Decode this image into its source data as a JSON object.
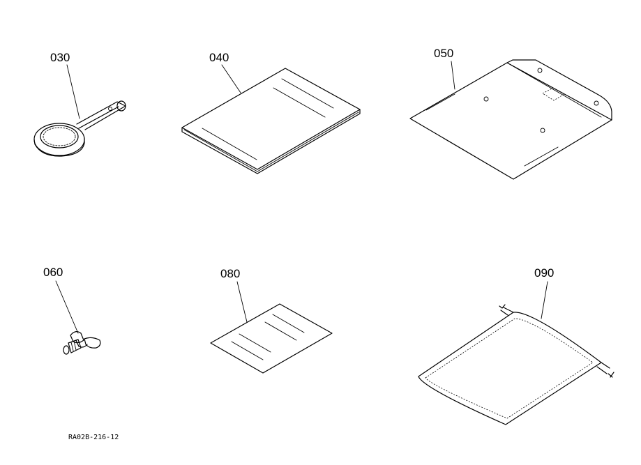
{
  "parts": [
    {
      "key": "wrench",
      "number": "030",
      "icon": "ring-spanner-icon"
    },
    {
      "key": "manual",
      "number": "040",
      "icon": "manual-book-icon"
    },
    {
      "key": "plate",
      "number": "050",
      "icon": "plate-icon"
    },
    {
      "key": "wing_bolt",
      "number": "060",
      "icon": "wing-bolt-icon"
    },
    {
      "key": "sheet",
      "number": "080",
      "icon": "sheet-icon"
    },
    {
      "key": "bag",
      "number": "090",
      "icon": "drawstring-bag-icon"
    }
  ],
  "reference_code": "RA02B-216-12"
}
